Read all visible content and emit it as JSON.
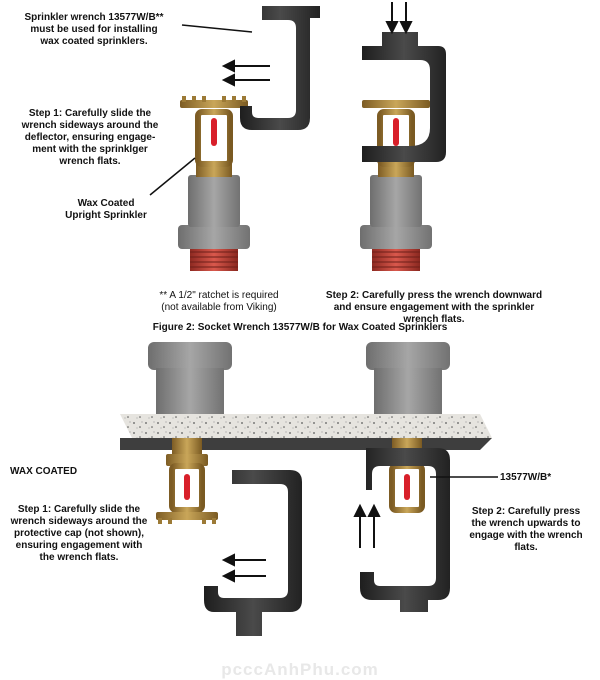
{
  "top": {
    "note_wrench": "Sprinkler wrench 13577W/B**\nmust be used for installing\nwax coated sprinklers.",
    "step1": "Step 1: Carefully slide the\nwrench sideways around the\ndeflector, ensuring engage-\nment with the sprinklger\nwrench flats.",
    "sprinkler_label": "Wax Coated\nUpright Sprinkler",
    "ratchet_note": "** A 1/2\" ratchet is required\n(not available from Viking)",
    "step2": "Step 2: Carefully press the wrench downward\nand ensure engagement with the sprinkler\nwrench flats."
  },
  "figure_caption": "Figure 2: Socket Wrench 13577W/B for Wax Coated Sprinklers",
  "bottom": {
    "wax_coated": "WAX COATED",
    "step1": "Step 1: Carefully slide the\nwrench sideways around the\nprotective cap (not shown),\nensuring engagement with\nthe wrench flats.",
    "part_label": "13577W/B*",
    "step2": "Step 2: Carefully press\nthe wrench upwards to\nengage with the wrench\nflats."
  },
  "watermark": "pcccAnhPhu.com",
  "colors": {
    "wrench": "#2b2b2b",
    "socket": "#8a8a8a",
    "brass": "#b08a3a",
    "pipe_red": "#c0443a",
    "bulb_red": "#d8202a",
    "ceiling": "#e6e4df"
  }
}
